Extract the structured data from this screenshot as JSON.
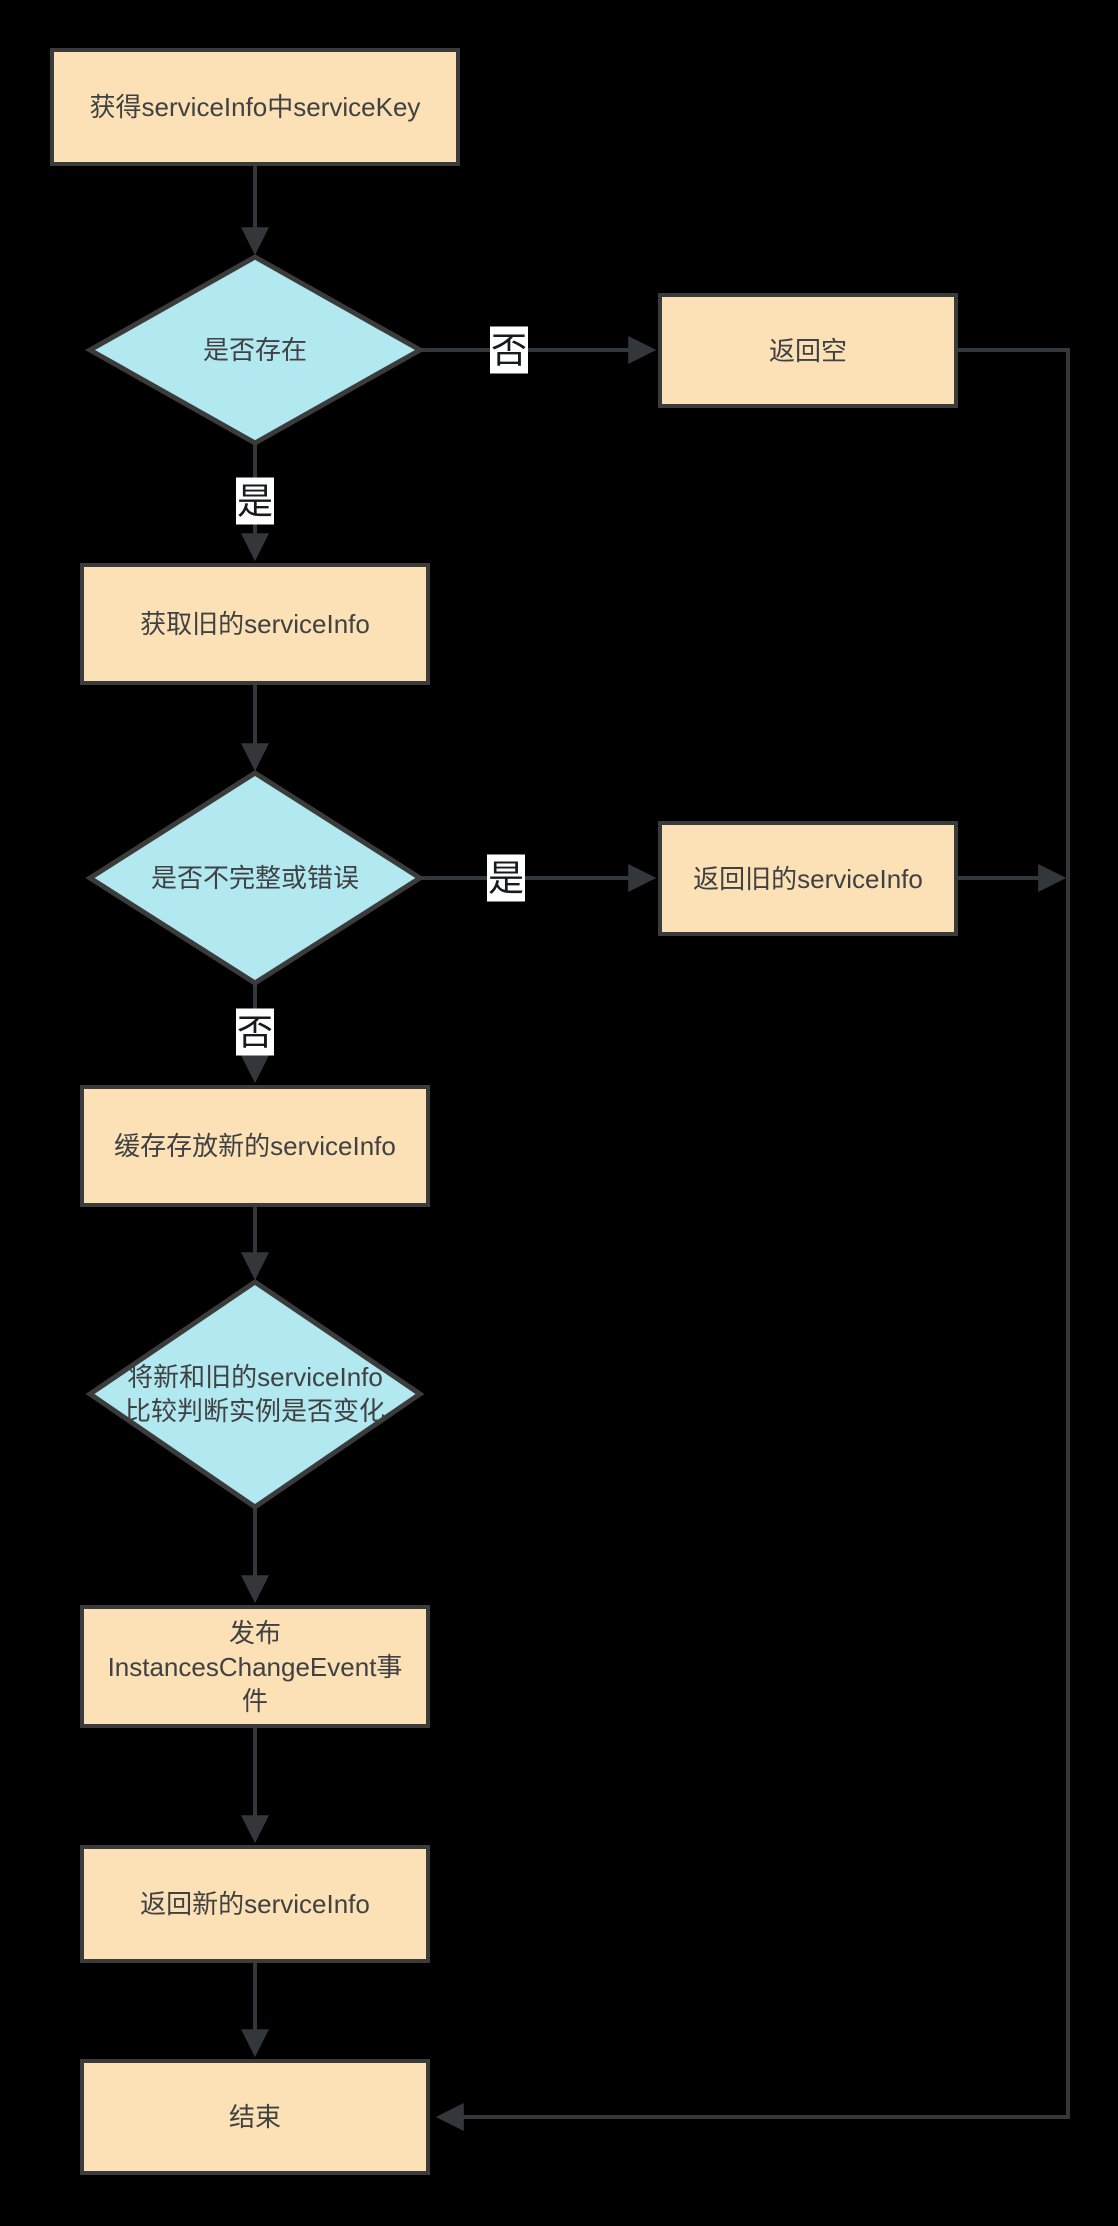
{
  "diagram": {
    "colors": {
      "canvas_bg": "#000000",
      "process_fill": "#fbe1b5",
      "decision_fill": "#b2e8ef",
      "shape_border": "#3b3b3b",
      "line_color": "#33363a",
      "node_text": "#3f4143",
      "label_bg": "#ffffff",
      "label_text": "#17191b"
    },
    "nodes": [
      {
        "id": "start",
        "type": "process",
        "label": "获得serviceInfo中serviceKey"
      },
      {
        "id": "exists",
        "type": "decision",
        "label": "是否存在"
      },
      {
        "id": "return-empty",
        "type": "process",
        "label": "返回空"
      },
      {
        "id": "get-old",
        "type": "process",
        "label": "获取旧的serviceInfo"
      },
      {
        "id": "incomplete",
        "type": "decision",
        "label": "是否不完整或错误"
      },
      {
        "id": "return-old",
        "type": "process",
        "label": "返回旧的serviceInfo"
      },
      {
        "id": "cache-new",
        "type": "process",
        "label": "缓存存放新的serviceInfo"
      },
      {
        "id": "compare",
        "type": "decision",
        "label": "将新和旧的serviceInfo比较判断实例是否变化"
      },
      {
        "id": "publish",
        "type": "process",
        "label": "发布InstancesChangeEvent事件"
      },
      {
        "id": "return-new",
        "type": "process",
        "label": "返回新的serviceInfo"
      },
      {
        "id": "end",
        "type": "process",
        "label": "结束"
      }
    ],
    "edges": [
      {
        "from": "start",
        "to": "exists",
        "label": ""
      },
      {
        "from": "exists",
        "to": "return-empty",
        "label": "否"
      },
      {
        "from": "exists",
        "to": "get-old",
        "label": "是"
      },
      {
        "from": "get-old",
        "to": "incomplete",
        "label": ""
      },
      {
        "from": "incomplete",
        "to": "return-old",
        "label": "是"
      },
      {
        "from": "incomplete",
        "to": "cache-new",
        "label": "否"
      },
      {
        "from": "cache-new",
        "to": "compare",
        "label": ""
      },
      {
        "from": "compare",
        "to": "publish",
        "label": ""
      },
      {
        "from": "publish",
        "to": "return-new",
        "label": ""
      },
      {
        "from": "return-new",
        "to": "end",
        "label": ""
      },
      {
        "from": "return-empty",
        "to": "end",
        "label": ""
      },
      {
        "from": "return-old",
        "to": "end",
        "label": ""
      }
    ]
  }
}
